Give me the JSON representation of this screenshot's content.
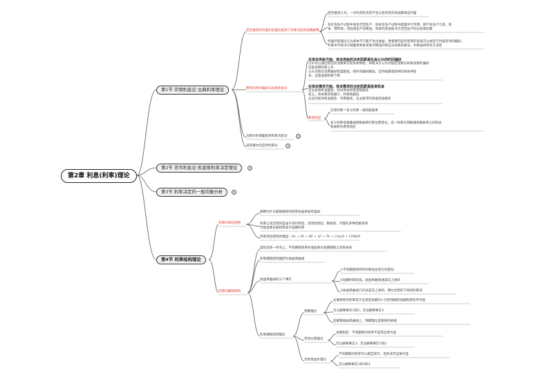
{
  "root": "第2章 利息(利率)理论",
  "chapters": {
    "ch1": "第1节 实物利息论·古典利率理论",
    "ch2": "第2节 货币利息论·凯恩斯利率决定理论",
    "ch3": "第3节 利率决定的一般均衡分析",
    "ch4": "第4节 利率结构理论"
  },
  "ch1_nodes": {
    "branch_a": "庞巴维克的时差利息理论提供了利率决定的经典解释",
    "a_1": "庞巴维克认为，一切利息形态的产生以及利息的高低都来自时差",
    "a_2a": "在社会生产过程中发生迂回生产，资本在生产过程中起着中介作用，即产生生产工具，资",
    "a_2b": "本、原料等，然后再生产消费品，利率的高低取决于迂回生产的长短等因素",
    "a_3a": "时差利息理论认为资本不只能产生出收益，更重要的是利息率的高低可以依存于时差及时间偏好，",
    "a_3b": "利率水平取决于储蓄者和投资者对物品的现在与将来的看法，利率由供求双方决定",
    "branch_b": "费雪的时间偏好与投资机会论",
    "b_h1": "在资本供给方面，资本供给的决定因素是社会公众的时间偏好",
    "b_1": "公众可以通过现在的消费来实现资本供给，并取决于公众对现在消费与将来消费的偏好",
    "b_2": "这就说明利率上升",
    "b_3a": "公众对现在消费偏好程度越低，则时间偏好越低，这时候愿意提供的资本供给",
    "b_3b": "多，这就会使利率下降",
    "b_h2": "在资本需求方面，资本需求的决定因素是投资机会",
    "b_4": "企业投资机会越多，则对资本的需求就越多",
    "b_5": "反之，资本需求就越小，利率就越低",
    "b_6": "企业的投资机会越多、利率越高，企业要求的资金就会越多",
    "b_sub": "费雪效应",
    "b_sub1": "实际利率＝名义利率－通货膨胀率",
    "b_sub2a": "名义利率会随着通货膨胀率的变化而变化，这一利率与预期通货膨胀率之间的关",
    "b_sub2b": "系被称为费雪效应",
    "c": "马歇尔的储蓄投资利率决定论",
    "c_num": "②",
    "d": "威克塞尔的自然利率论",
    "d_num": "③"
  },
  "ch2_num": "③",
  "ch3_num": "⑥",
  "ch4_nodes": {
    "risk": "利率的风险结构",
    "r_1": "解释为什么期限相同的债券收益率会有差异",
    "r_2a": "利率之间出现的是由于违约风险、流动性风险、税收等，可能的多种因素影响",
    "r_2b": "可能会使长期利率高于短期利率",
    "r_3": "利率风险结构的模型：Rn = Rf + DP + LP + TA + CALLP + CONVP",
    "term": "利率的期限结构",
    "t_1": "是指在某一时点上，不同期限债券的收益率与到期期限之间的关系",
    "t_2": "利率期限结构图即为收益率曲线",
    "t_3": "收益率曲线的三个事实",
    "t_3a": "①不同期限债券的利率往往同方向变动",
    "t_3b": "②短期利率较低，收益率曲线通常向上倾斜",
    "t_3c": "③收益率曲线几乎总是向上倾斜，偶尔出现向下倾斜的情况",
    "t_4": "利率期限结构理论",
    "exp": "预期理论",
    "e_1": "长期债券的利率等于在其有效期内人们所预期的短期利率的平均值",
    "e_2": "可以解释事实1和2，无法解释事实3",
    "e_3": "在解释收益率曲线上，预期理论是重要的依据",
    "seg": "市场分割理论",
    "s_1": "关键假定：不同期限的债券不是完全替代品",
    "s_2": "可以解释事实3，无法解释事实1和2",
    "liq": "流动性溢价理论",
    "l_1": "不同期限的债券可以相互替代，但并非完全替代品",
    "l_2": "可以解释事实1和2和3"
  }
}
